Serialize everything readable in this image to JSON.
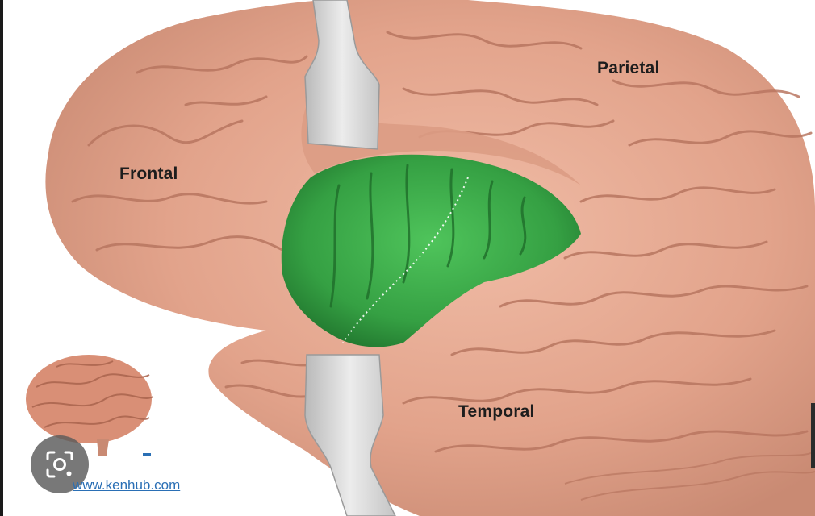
{
  "labels": {
    "frontal": "Frontal",
    "parietal": "Parietal",
    "temporal": "Temporal"
  },
  "source": "www.kenhub.com",
  "icons": {
    "lens": "visual-search-icon"
  },
  "colors": {
    "cortex": "#e3a58e",
    "insula": "#3aa64a",
    "retractor": "#d9d9d9",
    "link": "#2a6fb5"
  }
}
